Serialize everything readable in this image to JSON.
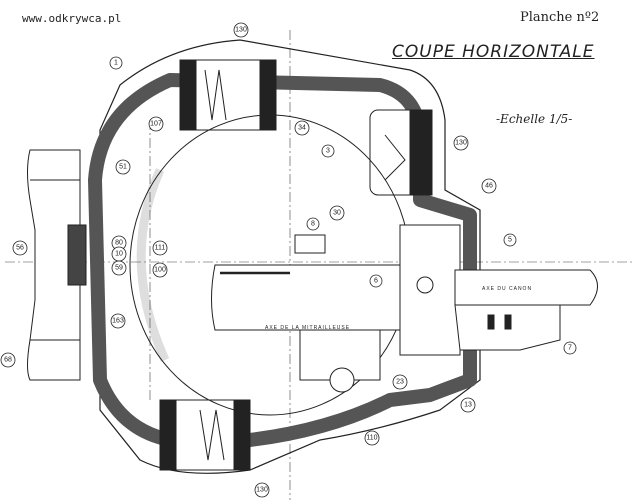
{
  "watermark": "www.odkrywca.pl",
  "sheet": "Planche nº2",
  "title": "COUPE HORIZONTALE",
  "scale": "-Echelle 1/5-",
  "axis_labels": {
    "gun": "AXE DU CANON",
    "mg": "AXE DE LA MITRAILLEUSE"
  },
  "callouts": [
    "1",
    "130",
    "107",
    "51",
    "80",
    "10",
    "59",
    "111",
    "100",
    "163",
    "56",
    "68",
    "34",
    "3",
    "130",
    "46",
    "8",
    "30",
    "6",
    "5",
    "7",
    "23",
    "13",
    "110",
    "130"
  ],
  "colors": {
    "ink": "#222222",
    "hatch": "#555555"
  }
}
